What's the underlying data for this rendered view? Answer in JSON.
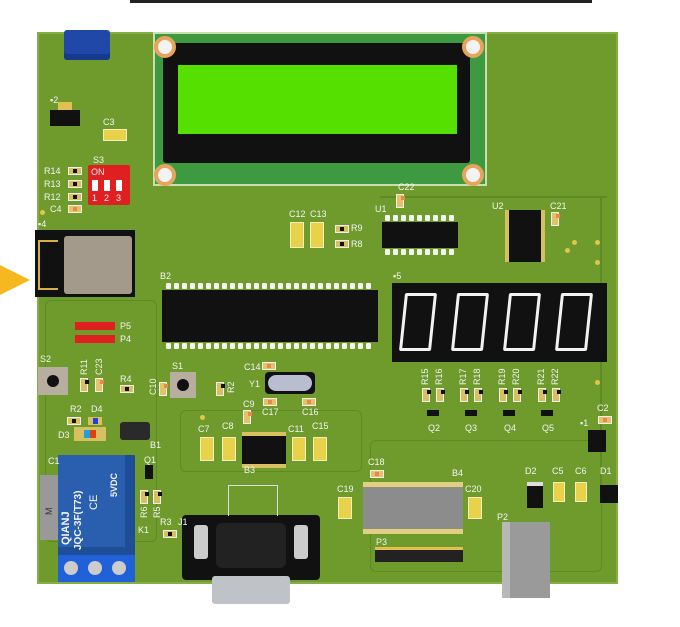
{
  "colors": {
    "board": "#6f9a2c",
    "lcd_screen": "#55e000",
    "relay": "#2a5fb0",
    "dip_switch": "#e02020",
    "arrow": "#f5b820"
  },
  "labels": {
    "u2reg": "▪2",
    "C3": "C3",
    "S3": "S3",
    "R14": "R14",
    "R13": "R13",
    "R12": "R12",
    "C4": "C4",
    "U4": "▪4",
    "B2": "B2",
    "C12": "C12",
    "C13": "C13",
    "R9": "R9",
    "R8": "R8",
    "U1": "U1",
    "C22": "C22",
    "U2": "U2",
    "C21": "C21",
    "U5": "▪5",
    "S2": "S2",
    "R11": "R11",
    "C23": "C23",
    "R4": "R4",
    "C10": "C10",
    "S1": "S1",
    "R2b": "R2",
    "R2": "R2",
    "D4": "D4",
    "D3": "D3",
    "B1": "B1",
    "C1": "C1",
    "Q1": "Q1",
    "R6": "R6",
    "R5": "R5",
    "K1": "K1",
    "R3": "R3",
    "J1": "J1",
    "C14": "C14",
    "Y1": "Y1",
    "C17": "C17",
    "C16": "C16",
    "C9": "C9",
    "C7": "C7",
    "C8": "C8",
    "C11": "C11",
    "C15": "C15",
    "B3": "B3",
    "R15": "R15",
    "R16": "R16",
    "R17": "R17",
    "R18": "R18",
    "R19": "R19",
    "R20": "R20",
    "R21": "R21",
    "R22": "R22",
    "Q2": "Q2",
    "Q3": "Q3",
    "Q4": "Q4",
    "Q5": "Q5",
    "U1b": "▪1",
    "C2": "C2",
    "C18": "C18",
    "C19": "C19",
    "B4": "B4",
    "C20": "C20",
    "D2": "D2",
    "C5": "C5",
    "C6": "C6",
    "D1": "D1",
    "P2": "P2",
    "P3": "P3",
    "P5": "P5",
    "P4": "P4"
  },
  "dip_switch": {
    "on_label": "ON",
    "positions": [
      "1",
      "2",
      "3"
    ]
  },
  "relay": {
    "brand": "QIANJ",
    "model": "JQC-3F(T73)",
    "voltage": "5VDC",
    "mark": "CE",
    "side": "M"
  },
  "display": {
    "digits": 4
  }
}
